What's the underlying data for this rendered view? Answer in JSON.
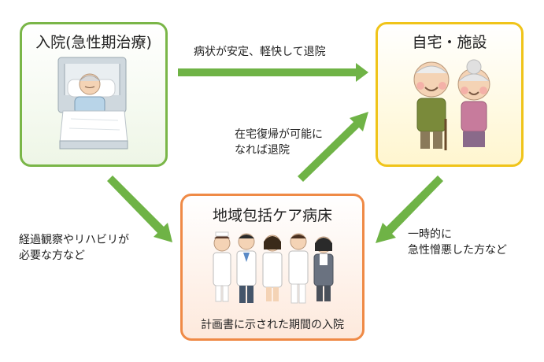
{
  "nodes": {
    "hospital": {
      "title": "入院(急性期治療)"
    },
    "home": {
      "title": "自宅・施設"
    },
    "community_ward": {
      "title": "地域包括ケア病床",
      "caption": "計画書に示された期間の入院"
    }
  },
  "arrows": {
    "hospital_to_home": {
      "label": "病状が安定、軽快して退院"
    },
    "ward_to_home": {
      "label_line1": "在宅復帰が可能に",
      "label_line2": "なれば退院"
    },
    "hospital_to_ward": {
      "label_line1": "経過観察やリハビリが",
      "label_line2": "必要な方など"
    },
    "home_to_ward": {
      "label_line1": "一時的に",
      "label_line2": "急性憎悪した方など"
    }
  },
  "colors": {
    "arrow": "#6fb346",
    "hospital_border": "#7ab648",
    "home_border": "#f0c419",
    "ward_border": "#ef8a46"
  }
}
